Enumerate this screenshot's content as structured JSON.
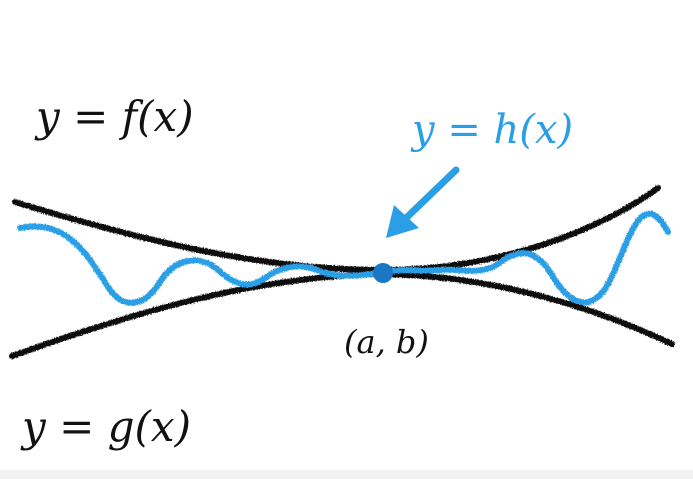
{
  "labels": {
    "f": "y = f(x)",
    "g": "y = g(x)",
    "h": "y = h(x)",
    "point": "(a, b)"
  },
  "colors": {
    "bound_curves": "#111111",
    "h_curve": "#2b9fe6",
    "point": "#1a78c2",
    "background": "#ffffff"
  }
}
